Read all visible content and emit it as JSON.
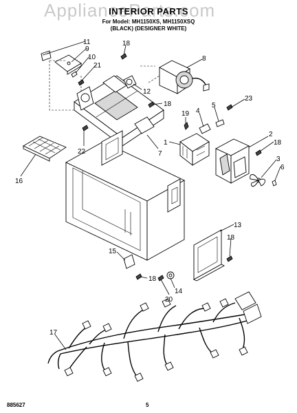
{
  "watermark": "ApplianceParts.com",
  "header": {
    "title": "INTERIOR PARTS",
    "line2": "For Model: MH1150XS, MH1150XSQ",
    "line3": "(BLACK) (DESIGNER WHITE)"
  },
  "footer": {
    "code": "885627",
    "page": "5"
  },
  "callouts": [
    "11",
    "9",
    "10",
    "21",
    "18",
    "8",
    "12",
    "18",
    "23",
    "19",
    "4",
    "5",
    "1",
    "22",
    "7",
    "2",
    "18",
    "16",
    "3",
    "6",
    "13",
    "18",
    "15",
    "18",
    "14",
    "20",
    "17"
  ]
}
